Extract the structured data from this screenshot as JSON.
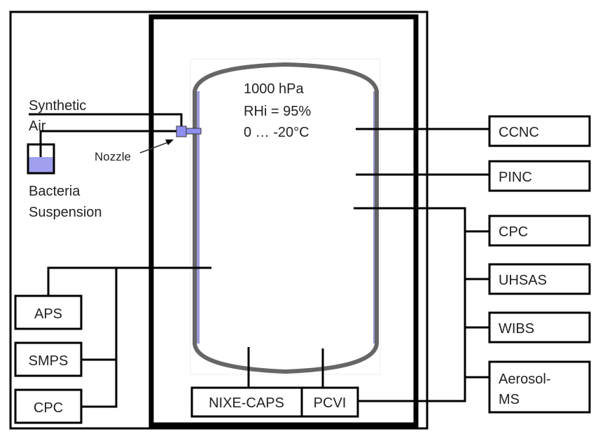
{
  "chamber": {
    "pressure": "1000 hPa",
    "humidity": "RHi = 95%",
    "temperature": "0 … -20°C"
  },
  "inlet": {
    "gas_label_line1": "Synthetic",
    "gas_label_line2": "Air",
    "nozzle_label": "Nozzle",
    "suspension_label_line1": "Bacteria",
    "suspension_label_line2": "Suspension"
  },
  "left_instruments": [
    "APS",
    "SMPS",
    "CPC"
  ],
  "bottom_instruments": [
    "NIXE-CAPS",
    "PCVI"
  ],
  "right_instruments": {
    "ccnc": "CCNC",
    "pinc": "PINC",
    "cpc": "CPC",
    "uhsas": "UHSAS",
    "wibs": "WIBS",
    "aerosol_ms_line1": "Aerosol-",
    "aerosol_ms_line2": "MS"
  },
  "colors": {
    "chamber_wall": "#666666",
    "chamber_lining": "#9a9ad6",
    "nozzle": "#8f8ff0",
    "liquid": "#a0a0ee"
  }
}
